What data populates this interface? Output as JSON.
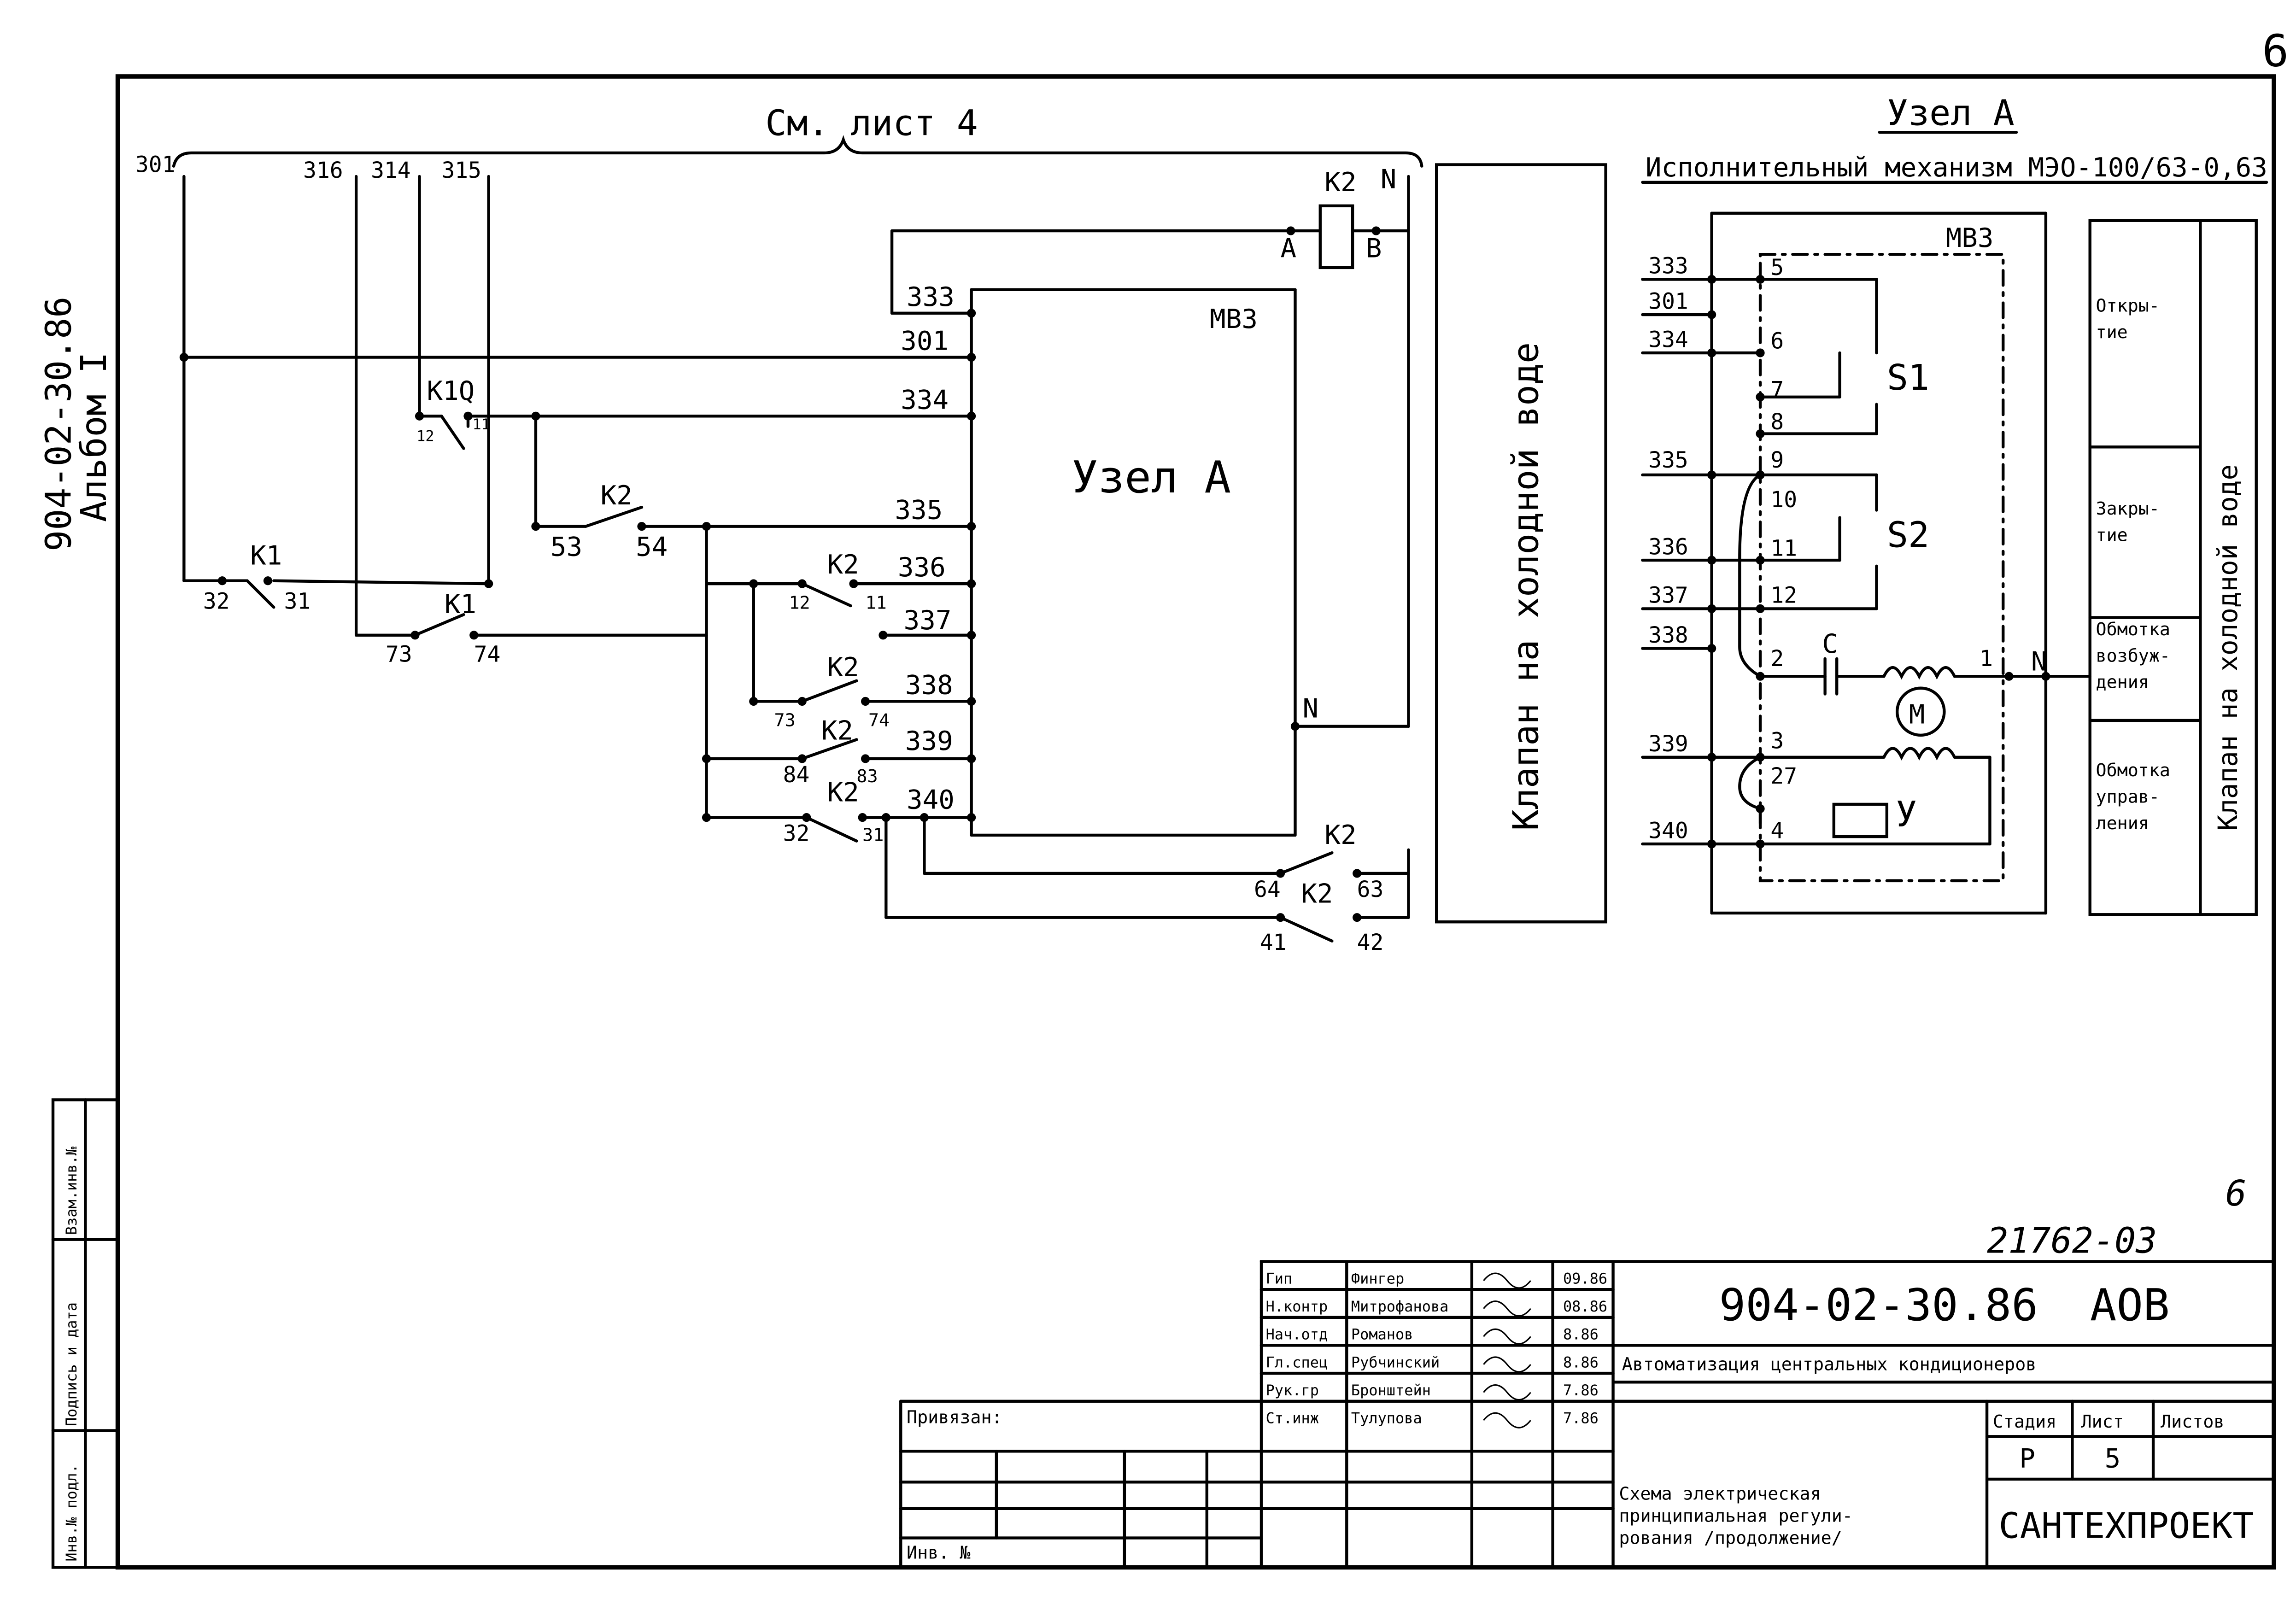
{
  "sheet_number_corner": "6",
  "sheet_number_mid": "6",
  "side_code": "904-02-30.86",
  "side_album": "Альбом I",
  "see_sheet": "См. лист 4",
  "buses": [
    "301",
    "316",
    "314",
    "315"
  ],
  "relay_k2_top": {
    "label": "К2",
    "pin_a": "А",
    "pin_b": "В",
    "neutral": "N"
  },
  "mv3_block": {
    "name": "МВ3",
    "title": "Узел А",
    "neutral": "N"
  },
  "mv3_terminals": [
    "333",
    "301",
    "334",
    "335",
    "336",
    "337",
    "338",
    "339",
    "340"
  ],
  "contacts": {
    "k1q": {
      "label": "К1Q",
      "a": "12",
      "b": "11"
    },
    "k2_53": {
      "label": "К2",
      "a": "53",
      "b": "54"
    },
    "k1_32": {
      "label": "К1",
      "a": "32",
      "b": "31"
    },
    "k1_73": {
      "label": "К1",
      "a": "73",
      "b": "74"
    },
    "k2_12": {
      "label": "К2",
      "a": "12",
      "b": "11"
    },
    "k2_73": {
      "label": "К2",
      "a": "73",
      "b": "74"
    },
    "k2_84": {
      "label": "К2",
      "a": "84",
      "b": "83"
    },
    "k2_32": {
      "label": "К2",
      "a": "32",
      "b": "31"
    },
    "k2_64": {
      "label": "К2",
      "a": "64",
      "b": "63"
    },
    "k2_41": {
      "label": "К2",
      "a": "41",
      "b": "42"
    }
  },
  "valve_box_label": "Клапан на холодной воде",
  "node_title": "Узел А",
  "node_subtitle": "Исполнительный механизм МЭО-100/63-0,63",
  "node_mv3": "МВ3",
  "node_inputs": [
    "333",
    "301",
    "334",
    "335",
    "336",
    "337",
    "338",
    "339",
    "340"
  ],
  "node_pins": [
    "5",
    "6",
    "7",
    "8",
    "9",
    "10",
    "11",
    "12",
    "2",
    "1",
    "3",
    "27",
    "4"
  ],
  "node_parts": {
    "s1": "S1",
    "s2": "S2",
    "cap": "С",
    "motor": "М",
    "coil": "У",
    "neutral": "N"
  },
  "legend": {
    "side_label": "Клапан на холодной воде",
    "rows": [
      {
        "text": "Откры-\nтие"
      },
      {
        "text": "Закры-\nтие"
      },
      {
        "text": "Обмотка\nвозбуж-\nдения"
      },
      {
        "text": "Обмотка\nуправ-\nления"
      }
    ]
  },
  "stamp": {
    "archive_number": "21762-03",
    "doc_code": "904-02-30.86",
    "doc_suffix": "АОВ",
    "project_title": "Автоматизация центральных кондиционеров",
    "sheet_title": "Схема электрическая\nпринципиальная регули-\nрования /продолжение/",
    "org": "САНТЕХПРОЕКТ",
    "stage_header": "Стадия",
    "sheet_header": "Лист",
    "sheets_header": "Листов",
    "stage": "Р",
    "sheet": "5",
    "sheets": "",
    "bound_label": "Привязан:",
    "inv_label": "Инв. №",
    "signers": [
      {
        "role": "Гип",
        "name": "Фингер",
        "date": "09.86"
      },
      {
        "role": "Н.контр",
        "name": "Митрофанова",
        "date": "08.86"
      },
      {
        "role": "Нач.отд",
        "name": "Романов",
        "date": "8.86"
      },
      {
        "role": "Гл.спец",
        "name": "Рубчинский",
        "date": "8.86"
      },
      {
        "role": "Рук.гр",
        "name": "Бронштейн",
        "date": "7.86"
      },
      {
        "role": "Ст.инж",
        "name": "Тулупова",
        "date": "7.86"
      }
    ]
  },
  "left_strip": [
    "Взам.инв.№",
    "Подпись и дата",
    "Инв.№ подл."
  ]
}
